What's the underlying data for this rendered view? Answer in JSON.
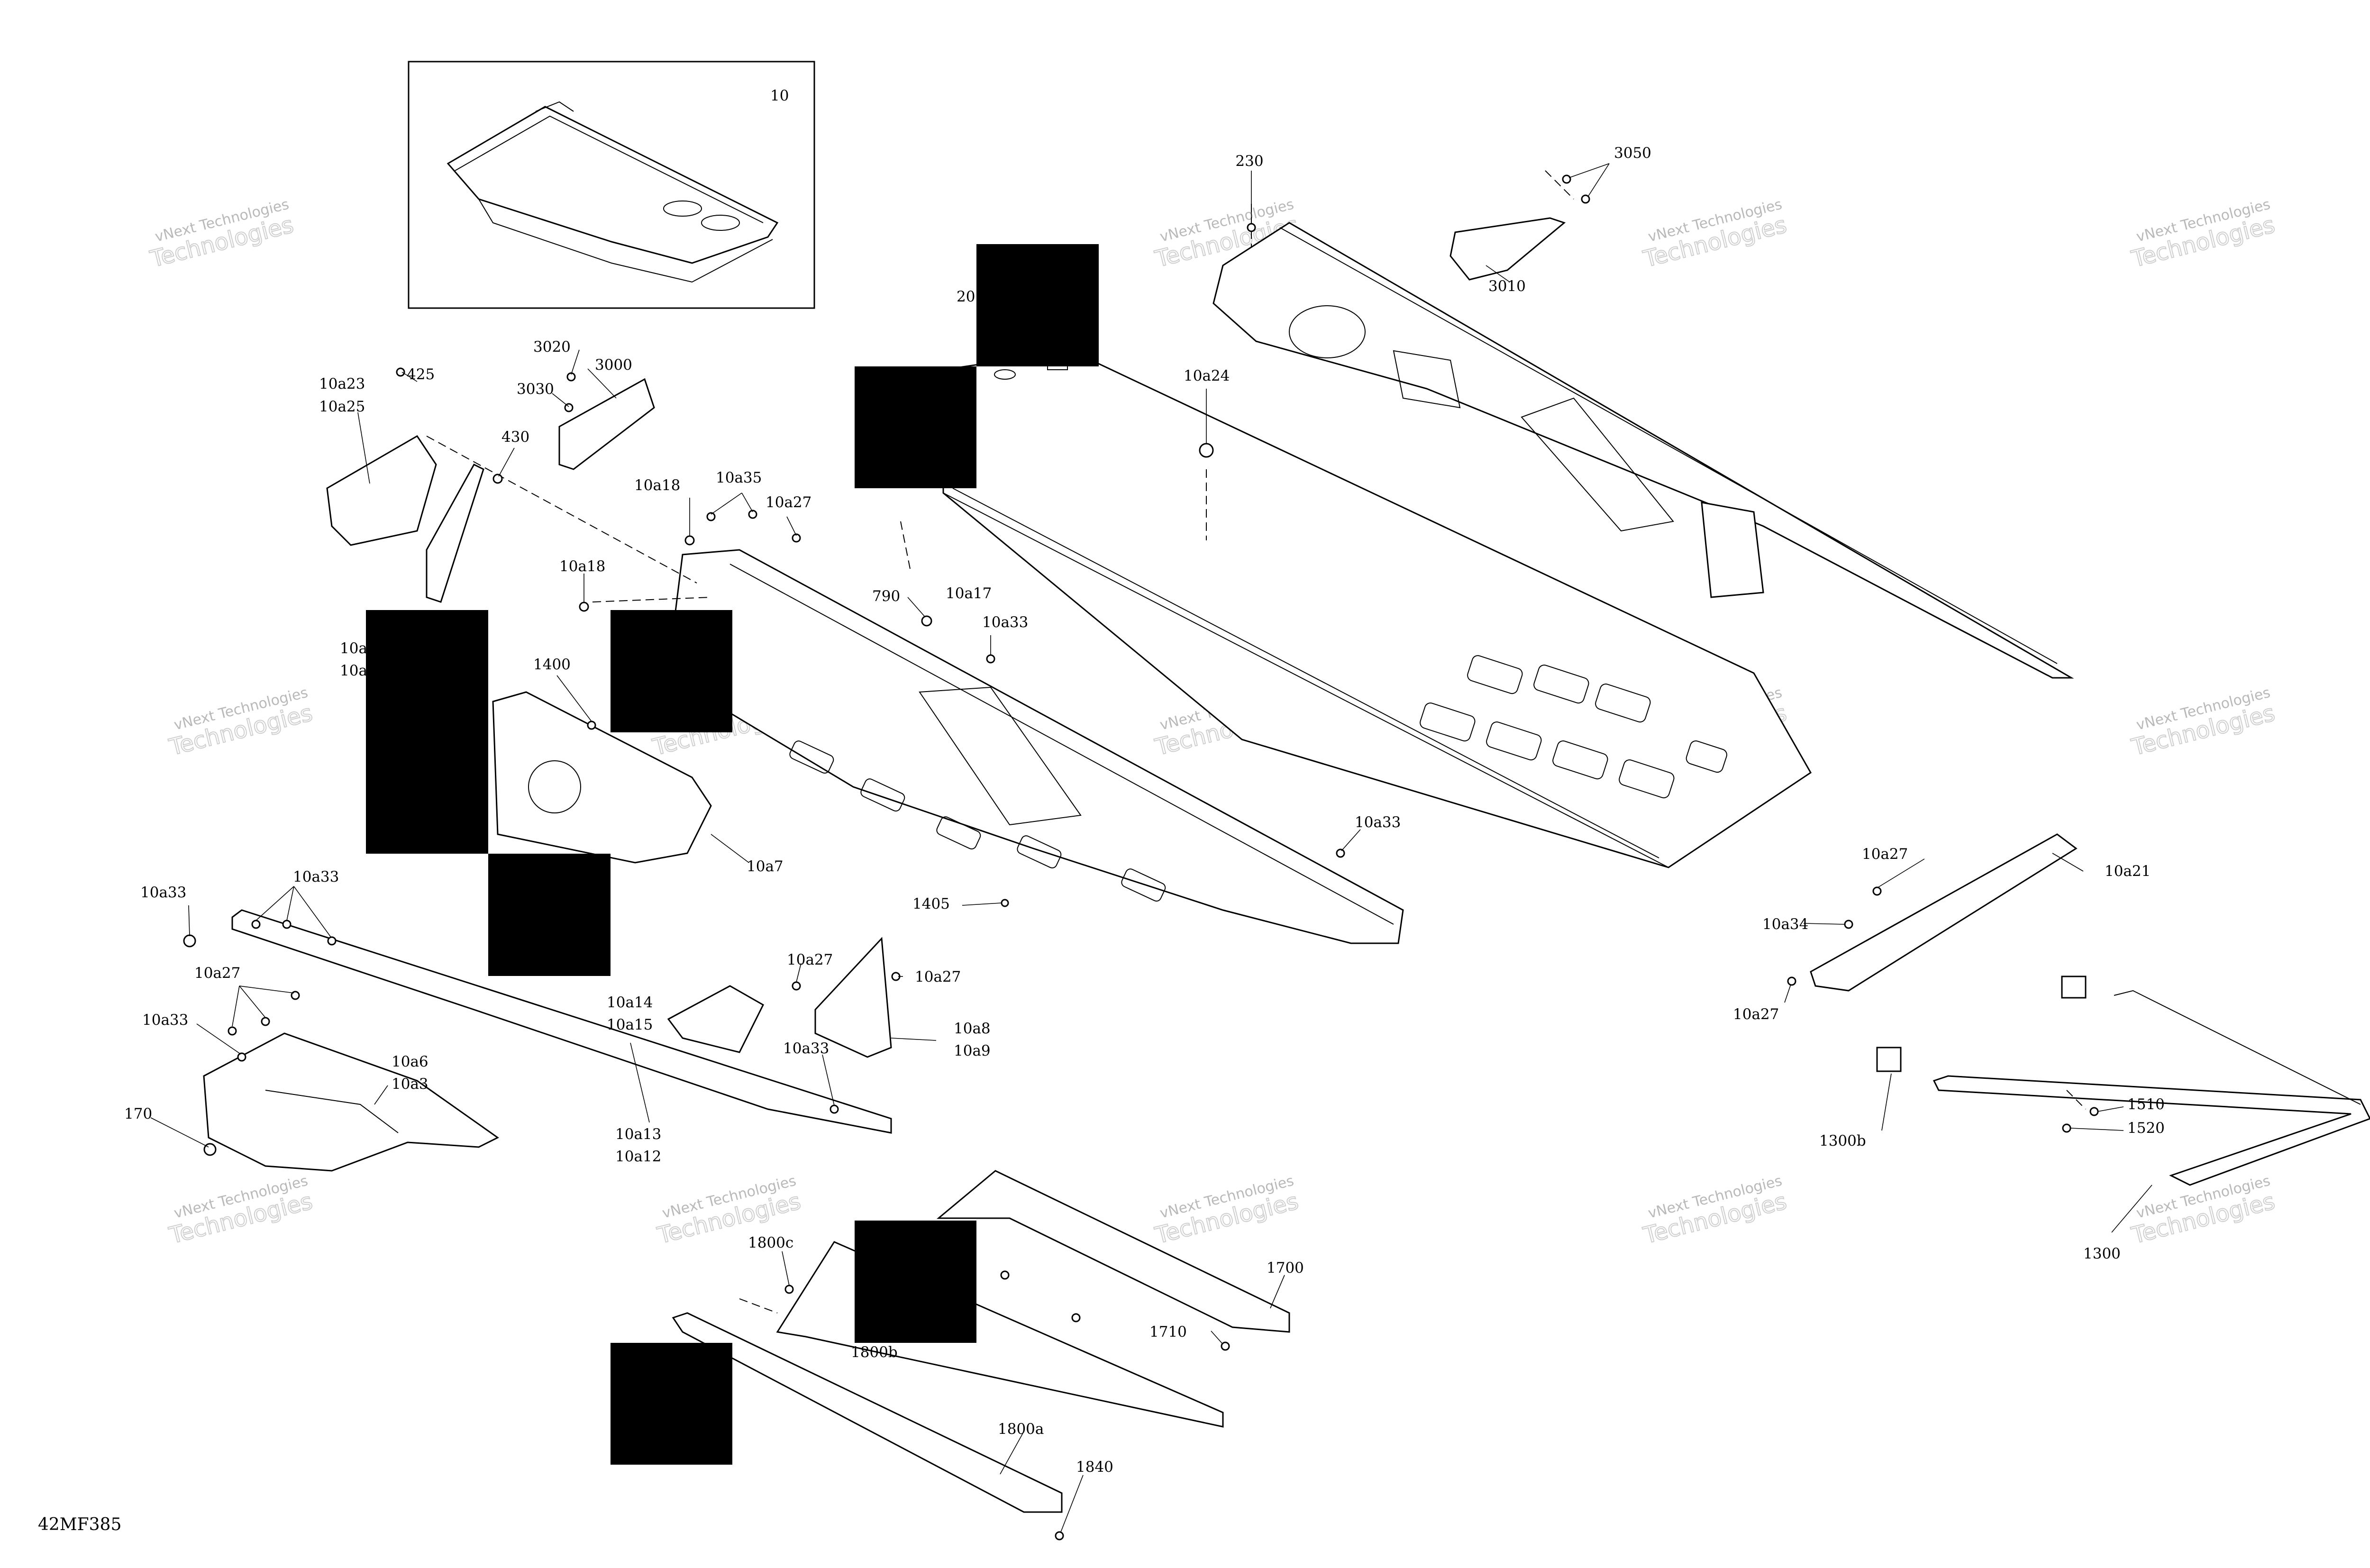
{
  "figure_code": "42MF385",
  "watermark": {
    "line1": "vNext Technologies",
    "line2": "Technologies"
  },
  "inset_label": "10",
  "labels": {
    "l20": "20",
    "l230": "230",
    "l3050": "3050",
    "l3010": "3010",
    "l3020": "3020",
    "l3000": "3000",
    "l3030": "3030",
    "l10a23": "10a23",
    "l10a25": "10a25",
    "l425": "425",
    "l430": "430",
    "l10a24": "10a24",
    "l10a18a": "10a18",
    "l10a35": "10a35",
    "l10a27a": "10a27",
    "l10a18b": "10a18",
    "l790": "790",
    "l10a17": "10a17",
    "l10a33a": "10a33",
    "l10a_cut1": "10a",
    "l10a_cut2": "10a",
    "l1400": "1400",
    "l10a7": "10a7",
    "l10a33b": "10a33",
    "l1405": "1405",
    "l10a33c": "10a33",
    "l10a33d": "10a33",
    "l10a27b": "10a27",
    "l10a33e": "10a33",
    "l10a6": "10a6",
    "l10a3": "10a3",
    "l170": "170",
    "l10a27c": "10a27",
    "l10a27d": "10a27",
    "l10a14": "10a14",
    "l10a15": "10a15",
    "l10a8": "10a8",
    "l10a9": "10a9",
    "l10a33f": "10a33",
    "l10a13": "10a13",
    "l10a12": "10a12",
    "l10a27e": "10a27",
    "l10a21": "10a21",
    "l10a34": "10a34",
    "l10a27f": "10a27",
    "l1510": "1510",
    "l1520": "1520",
    "l1300b": "1300b",
    "l1300": "1300",
    "l1800c": "1800c",
    "l1700": "1700",
    "l1710": "1710",
    "l1800b": "1800b",
    "l1800a": "1800a",
    "l1840": "1840"
  }
}
